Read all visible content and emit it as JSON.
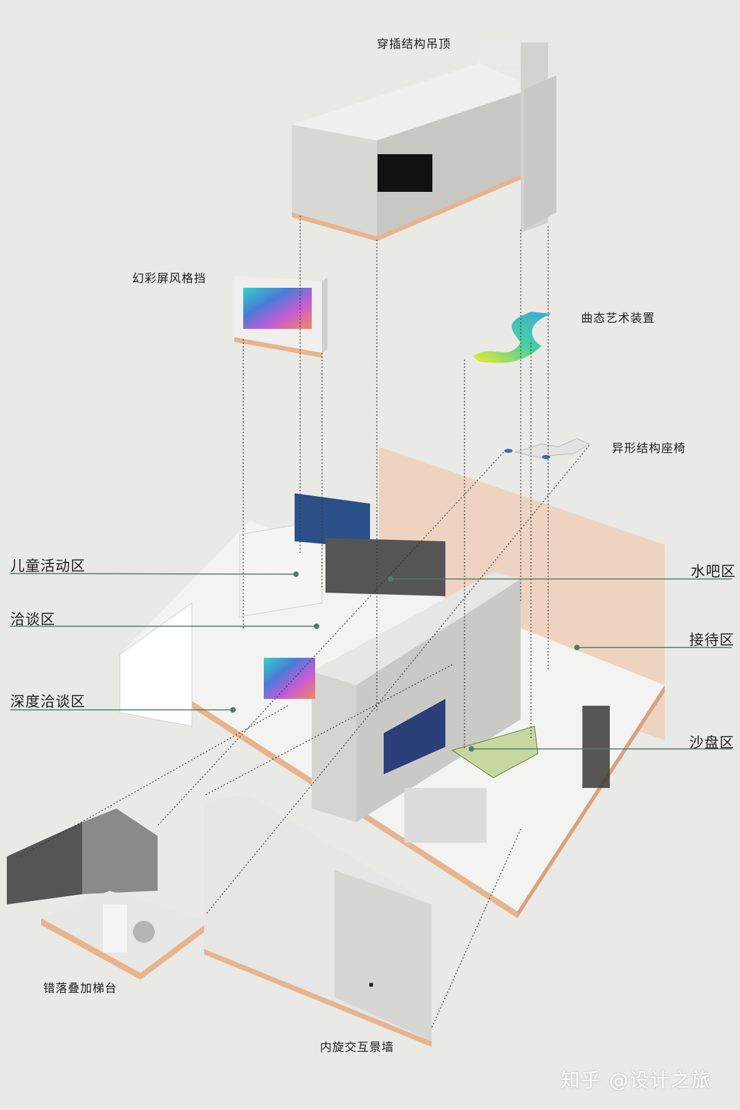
{
  "labels": {
    "ceiling": "穿插结构吊顶",
    "screen": "幻彩屏风格挡",
    "art": "曲态艺术装置",
    "chairs": "异形结构座椅",
    "kids": "儿童活动区",
    "negotiation": "洽谈区",
    "deep_negotiation": "深度洽谈区",
    "water_bar": "水吧区",
    "reception": "接待区",
    "sand_table": "沙盘区",
    "stairs": "错落叠加梯台",
    "wall": "内旋交互景墙"
  },
  "watermark": "知乎 @设计之旅",
  "colors": {
    "background": "#e9e9e6",
    "leader_line": "#4e7d66",
    "terracotta": "#e7b48e",
    "wall": "#d9d9d6"
  }
}
